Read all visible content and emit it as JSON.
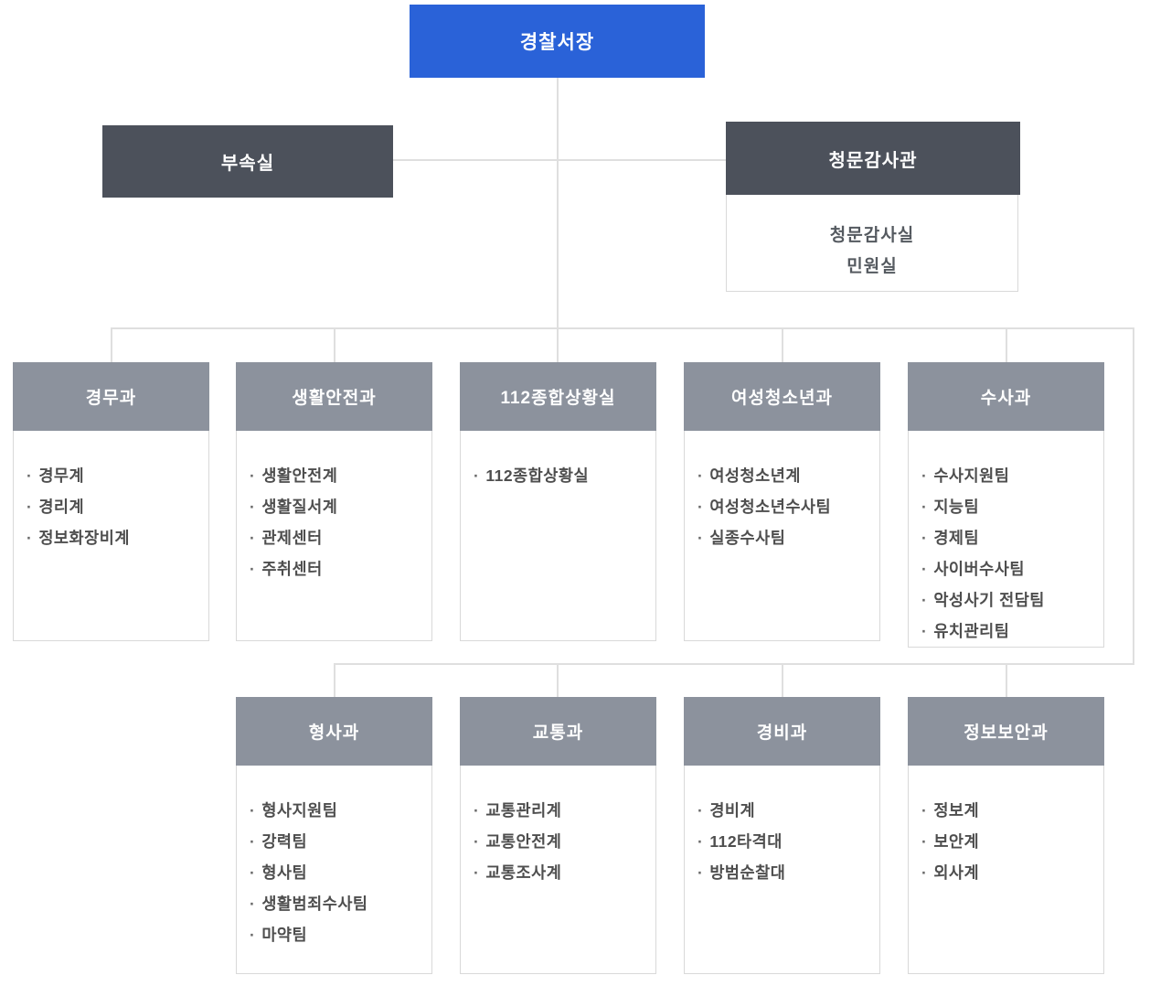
{
  "title": "police-station-organization-chart",
  "colors": {
    "root_bg": "#2a62d8",
    "secondary_bg": "#4c515b",
    "division_header_bg": "#8c929d",
    "box_border": "#d9d9d9",
    "connector_line": "#dfdfdf",
    "item_text": "#4e4e4e",
    "header_text": "#ffffff"
  },
  "root": {
    "label": "경찰서장"
  },
  "secondary": {
    "annex": {
      "label": "부속실"
    },
    "audit": {
      "label": "청문감사관",
      "children": [
        "청문감사실",
        "민원실"
      ]
    }
  },
  "row1": [
    {
      "label": "경무과",
      "items": [
        "경무계",
        "경리계",
        "정보화장비계"
      ]
    },
    {
      "label": "생활안전과",
      "items": [
        "생활안전계",
        "생활질서계",
        "관제센터",
        "주취센터"
      ]
    },
    {
      "label": "112종합상황실",
      "items": [
        "112종합상황실"
      ]
    },
    {
      "label": "여성청소년과",
      "items": [
        "여성청소년계",
        "여성청소년수사팀",
        "실종수사팀"
      ]
    },
    {
      "label": "수사과",
      "items": [
        "수사지원팀",
        "지능팀",
        "경제팀",
        "사이버수사팀",
        "악성사기 전담팀",
        "유치관리팀"
      ]
    }
  ],
  "row2": [
    {
      "label": "형사과",
      "items": [
        "형사지원팀",
        "강력팀",
        "형사팀",
        "생활범죄수사팀",
        "마약팀"
      ]
    },
    {
      "label": "교통과",
      "items": [
        "교통관리계",
        "교통안전계",
        "교통조사계"
      ]
    },
    {
      "label": "경비과",
      "items": [
        "경비계",
        "112타격대",
        "방범순찰대"
      ]
    },
    {
      "label": "정보보안과",
      "items": [
        "정보계",
        "보안계",
        "외사계"
      ]
    }
  ]
}
